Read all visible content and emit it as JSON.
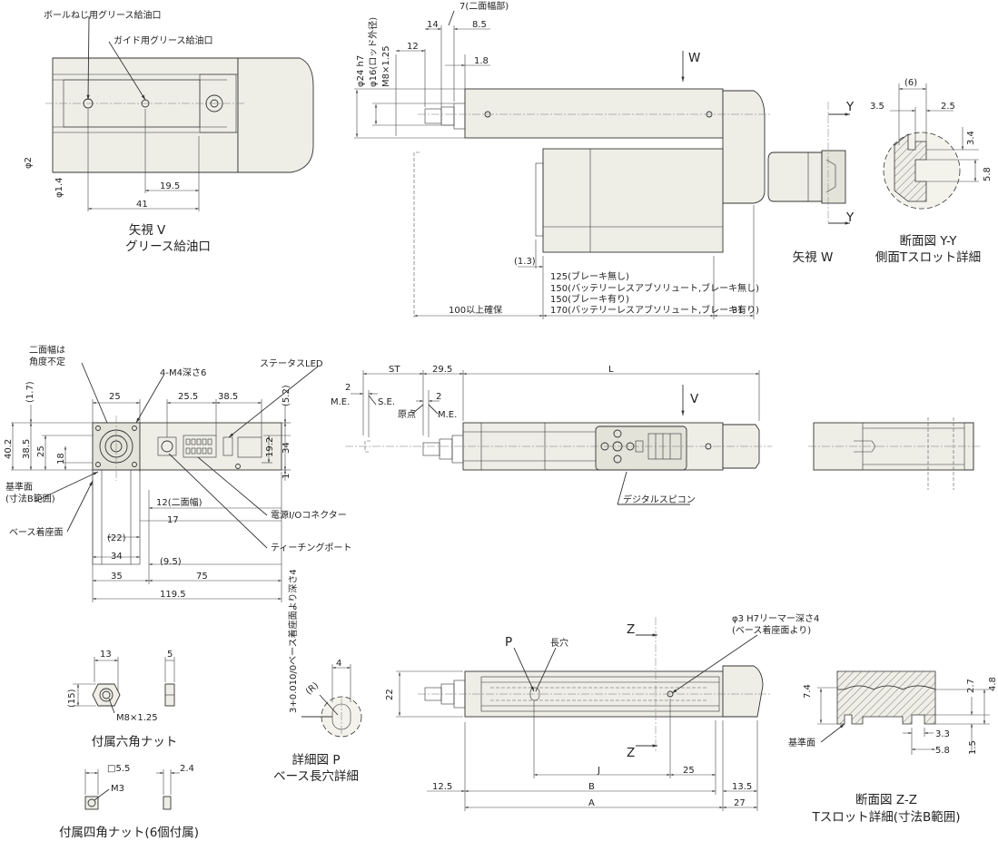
{
  "view_v": {
    "callout_ballscrew": "ボールねじ用グリース給油口",
    "callout_guide": "ガイド用グリース給油口",
    "phi2": "φ2",
    "phi14": "φ1.4",
    "d195": "19.5",
    "d41": "41",
    "title1": "矢視 V",
    "title2": "グリース給油口"
  },
  "top_view": {
    "phi24": "φ24 h7",
    "phi16": "φ16(ロッド外径)",
    "m8": "M8×1.25",
    "d14": "14",
    "d7": "7(二面幅部)",
    "d85": "8.5",
    "d12": "12",
    "d18": "1.8",
    "w": "W",
    "d13p": "(1.3)",
    "len1": "125(ブレーキ無し)",
    "len2": "150(バッテリーレスアブソリュート,ブレーキ無し)",
    "len3": "150(ブレーキ有り)",
    "len4": "170(バッテリーレスアブソリュート,ブレーキ有り)",
    "d100": "100以上確保",
    "d31": "31"
  },
  "view_w": {
    "y_top": "Y",
    "y_bot": "Y",
    "title": "矢視 W"
  },
  "section_yy": {
    "d6": "(6)",
    "d35": "3.5",
    "d25": "2.5",
    "d34": "3.4",
    "d58": "5.8",
    "title1": "断面図 Y-Y",
    "title2": "側面Tスロット詳細"
  },
  "side_view": {
    "note_flat1": "二面幅は",
    "note_flat2": "角度不定",
    "tap": "4-M4深さ6",
    "led": "ステータスLED",
    "d17p": "(1.7)",
    "d25a": "25",
    "d255": "25.5",
    "d385": "38.5",
    "d52p": "(5.2)",
    "d402": "40.2",
    "d385v": "38.5",
    "d25v": "25",
    "d18v": "18",
    "d34v": "34",
    "d192": "19.2",
    "d1v": "1",
    "ref1": "基準面",
    "ref2": "(寸法B範囲)",
    "base": "ベース着座面",
    "d22p": "(22)",
    "d12flat": "12(二面幅)",
    "d17": "17",
    "d34": "34",
    "d95p": "(9.5)",
    "d35": "35",
    "d75": "75",
    "d1195": "119.5",
    "power": "電源I/Oコネクター",
    "teach": "ティーチングポート"
  },
  "front_view": {
    "st": "ST",
    "d295": "29.5",
    "l": "L",
    "v": "V",
    "d2a": "2",
    "me1": "M.E.",
    "se": "S.E.",
    "d2b": "2",
    "origin": "原点",
    "me2": "M.E.",
    "digital": "デジタルスピコン"
  },
  "nut_hex": {
    "d13": "13",
    "d5": "5",
    "d15p": "(15)",
    "m8": "M8×1.25",
    "title": "付属六角ナット"
  },
  "nut_sq": {
    "d55": "□5.5",
    "m3": "M3",
    "d24": "2.4",
    "title": "付属四角ナット(6個付属)"
  },
  "detail_p": {
    "depth": "3+0.010/0ベース着座面より深さ4",
    "d4": "4",
    "r": "(R)",
    "title1": "詳細図 P",
    "title2": "ベース長穴詳細"
  },
  "bottom_view": {
    "p": "P",
    "slot": "長穴",
    "z_top": "Z",
    "z_bot": "Z",
    "ream1": "φ3 H7リーマー深さ4",
    "ream2": "(ベース着座面より)",
    "d22": "22",
    "j": "J",
    "d25": "25",
    "d125": "12.5",
    "b": "B",
    "d135": "13.5",
    "a": "A",
    "d27": "27"
  },
  "section_zz": {
    "d74": "7.4",
    "d27": "2.7",
    "d48": "4.8",
    "d33": "3.3",
    "d58": "5.8",
    "d15": "1.5",
    "ref": "基準面",
    "title1": "断面図 Z-Z",
    "title2": "Tスロット詳細(寸法B範囲)"
  }
}
